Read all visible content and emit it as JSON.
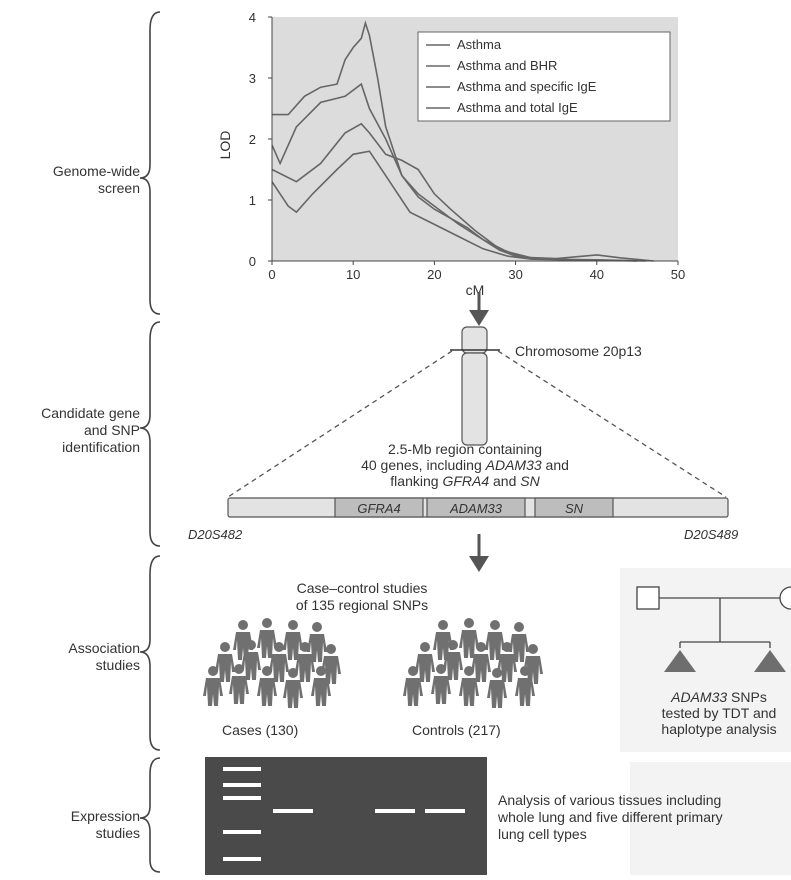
{
  "stages": [
    {
      "id": "genome",
      "label_lines": [
        "Genome-wide",
        "screen"
      ]
    },
    {
      "id": "candidate",
      "label_lines": [
        "Candidate gene",
        "and SNP",
        "identification"
      ]
    },
    {
      "id": "association",
      "label_lines": [
        "Association",
        "studies"
      ]
    },
    {
      "id": "expression",
      "label_lines": [
        "Expression",
        "studies"
      ]
    }
  ],
  "chart_data": {
    "type": "line",
    "xlabel": "cM",
    "ylabel": "LOD",
    "xlim": [
      0,
      50
    ],
    "ylim": [
      0,
      4
    ],
    "xticks": [
      "0",
      "10",
      "20",
      "30",
      "40",
      "50"
    ],
    "yticks": [
      "0",
      "1",
      "2",
      "3",
      "4"
    ],
    "legend_position": "top-right",
    "series": [
      {
        "name": "Asthma",
        "points": [
          [
            0,
            2.4
          ],
          [
            2,
            2.4
          ],
          [
            4,
            2.7
          ],
          [
            6,
            2.85
          ],
          [
            8,
            2.9
          ],
          [
            9,
            3.3
          ],
          [
            10,
            3.5
          ],
          [
            11,
            3.65
          ],
          [
            11.5,
            3.9
          ],
          [
            12,
            3.7
          ],
          [
            13,
            3.0
          ],
          [
            14,
            2.2
          ],
          [
            16,
            1.4
          ],
          [
            18,
            1.05
          ],
          [
            20,
            0.85
          ],
          [
            22,
            0.7
          ],
          [
            24,
            0.55
          ],
          [
            26,
            0.35
          ],
          [
            28,
            0.18
          ],
          [
            30,
            0.08
          ],
          [
            33,
            0.03
          ],
          [
            40,
            0.02
          ],
          [
            46,
            0.0
          ]
        ]
      },
      {
        "name": "Asthma and BHR",
        "points": [
          [
            0,
            1.9
          ],
          [
            1,
            1.6
          ],
          [
            3,
            2.2
          ],
          [
            6,
            2.6
          ],
          [
            9,
            2.7
          ],
          [
            11,
            2.9
          ],
          [
            12,
            2.5
          ],
          [
            14,
            2.0
          ],
          [
            16,
            1.4
          ],
          [
            18,
            1.1
          ],
          [
            20,
            0.9
          ],
          [
            23,
            0.6
          ],
          [
            26,
            0.35
          ],
          [
            29,
            0.15
          ],
          [
            32,
            0.05
          ],
          [
            36,
            0.02
          ],
          [
            40,
            0.02
          ]
        ]
      },
      {
        "name": "Asthma and specific IgE",
        "points": [
          [
            0,
            1.3
          ],
          [
            2,
            0.9
          ],
          [
            3,
            0.8
          ],
          [
            5,
            1.1
          ],
          [
            8,
            1.5
          ],
          [
            10,
            1.75
          ],
          [
            12,
            1.8
          ],
          [
            13,
            1.6
          ],
          [
            15,
            1.2
          ],
          [
            17,
            0.8
          ],
          [
            20,
            0.6
          ],
          [
            23,
            0.4
          ],
          [
            26,
            0.2
          ],
          [
            29,
            0.08
          ],
          [
            32,
            0.03
          ],
          [
            38,
            0.02
          ],
          [
            45,
            0.0
          ]
        ]
      },
      {
        "name": "Asthma and total IgE",
        "points": [
          [
            0,
            1.5
          ],
          [
            3,
            1.3
          ],
          [
            6,
            1.6
          ],
          [
            9,
            2.1
          ],
          [
            11,
            2.25
          ],
          [
            12,
            2.1
          ],
          [
            14,
            1.75
          ],
          [
            16,
            1.65
          ],
          [
            18,
            1.5
          ],
          [
            20,
            1.1
          ],
          [
            22,
            0.85
          ],
          [
            25,
            0.5
          ],
          [
            28,
            0.2
          ],
          [
            31,
            0.06
          ],
          [
            35,
            0.04
          ],
          [
            40,
            0.1
          ],
          [
            43,
            0.05
          ],
          [
            47,
            0.0
          ]
        ]
      }
    ]
  },
  "chromosome": {
    "label": "Chromosome 20p13"
  },
  "region": {
    "line1": "2.5-Mb region containing",
    "line2_before": "40 genes, including ",
    "line2_gene": "ADAM33",
    "line2_after": " and",
    "line3_before": "flanking ",
    "line3_gene1": "GFRA4",
    "line3_mid": " and ",
    "line3_gene2": "SN",
    "genes": [
      "GFRA4",
      "ADAM33",
      "SN"
    ],
    "marker_left": "D20S482",
    "marker_right": "D20S489"
  },
  "association": {
    "title_line1": "Case–control studies",
    "title_line2": "of 135 regional SNPs",
    "cases_label": "Cases (130)",
    "controls_label": "Controls (217)",
    "family_gene": "ADAM33",
    "family_line1_rest": " SNPs",
    "family_line2": "tested by TDT and",
    "family_line3": "haplotype analysis"
  },
  "expression": {
    "line1": "Analysis of various tissues including",
    "line2": "whole lung and five different primary",
    "line3": "lung cell types"
  },
  "colors": {
    "chart_bg": "#dcdcdc",
    "line": "#666666",
    "chromosome_fill": "#e3e3e3",
    "arrow": "#555555",
    "person": "#707070",
    "gel_bg": "#4a4a4a",
    "gel_band": "#ffffff",
    "panel_bg": "#f3f3f3"
  }
}
